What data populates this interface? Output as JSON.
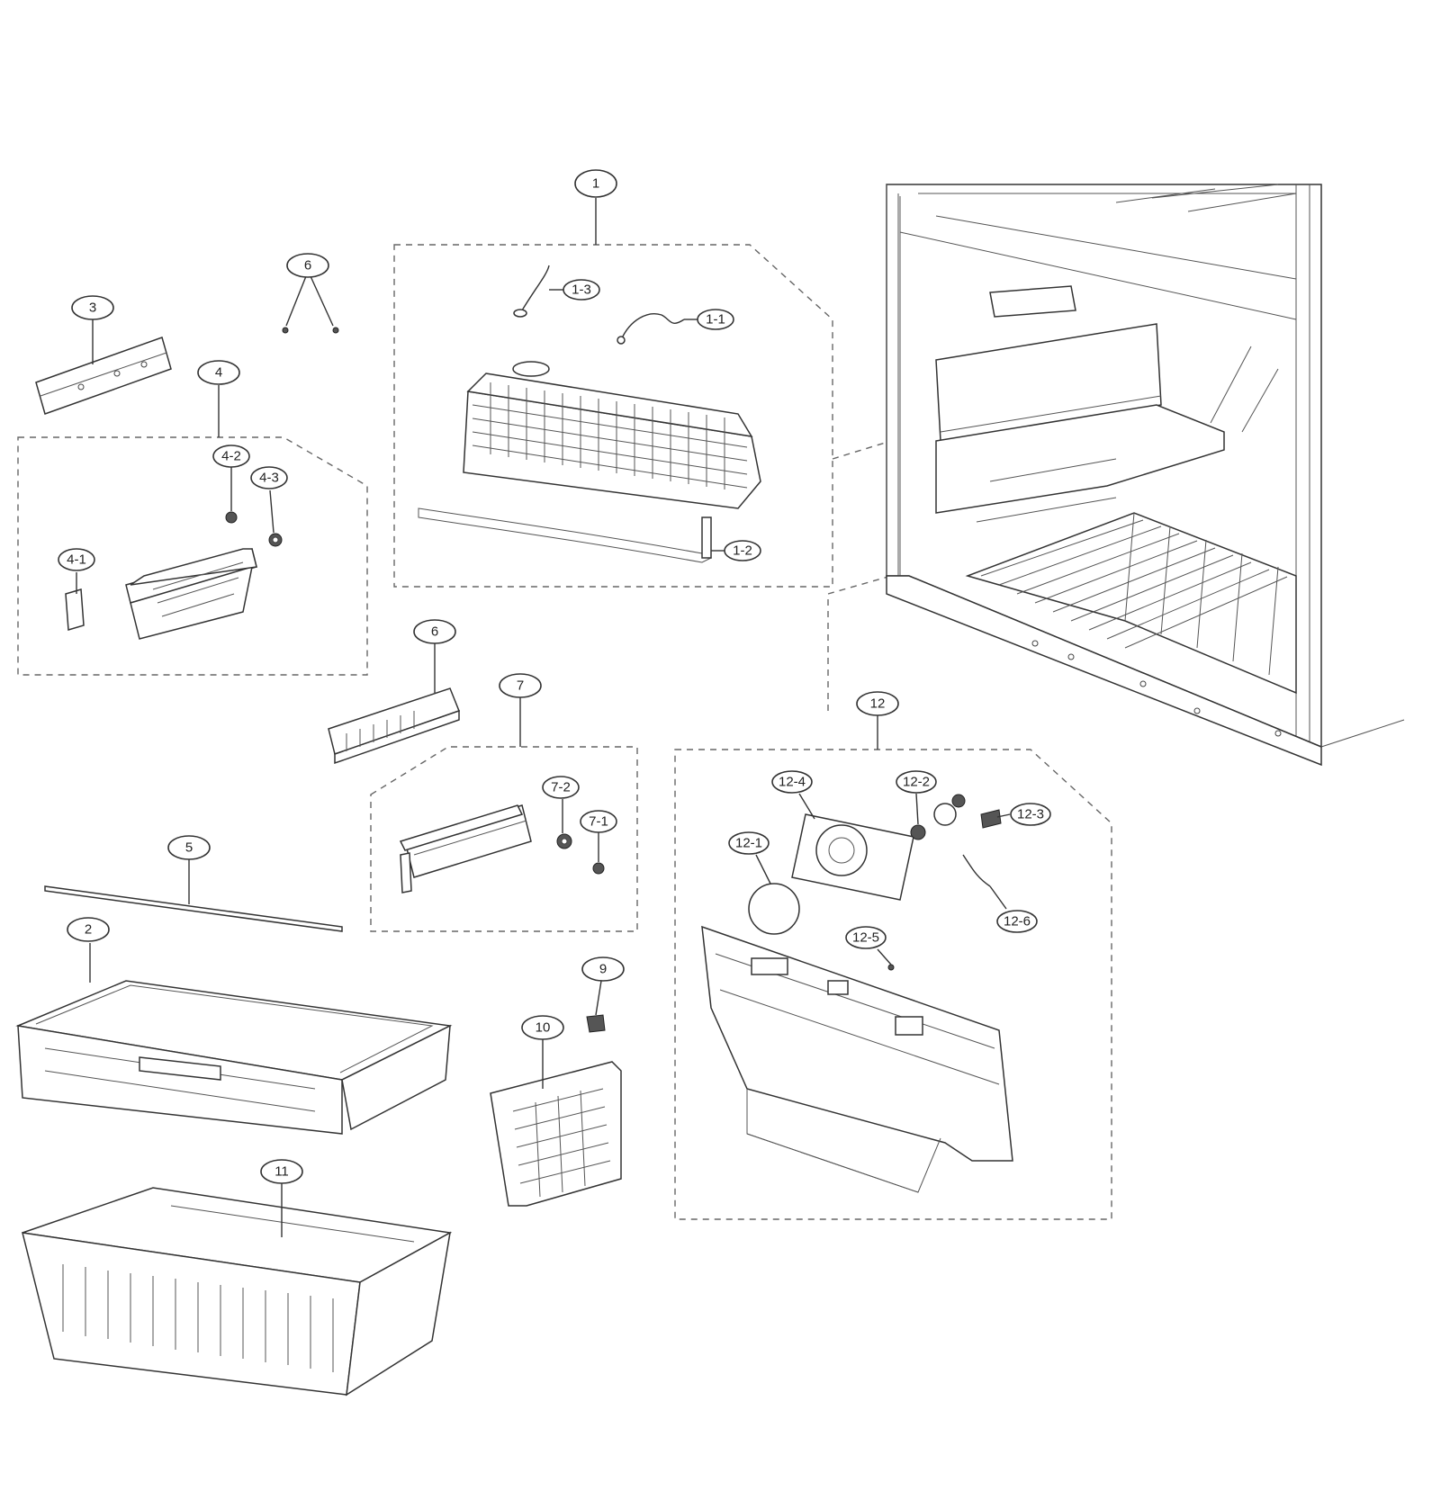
{
  "diagram": {
    "callouts": [
      {
        "id": "c1",
        "text": "1"
      },
      {
        "id": "c1-1",
        "text": "1-1"
      },
      {
        "id": "c1-2",
        "text": "1-2"
      },
      {
        "id": "c1-3",
        "text": "1-3"
      },
      {
        "id": "c2",
        "text": "2"
      },
      {
        "id": "c3",
        "text": "3"
      },
      {
        "id": "c4",
        "text": "4"
      },
      {
        "id": "c4-1",
        "text": "4-1"
      },
      {
        "id": "c4-2",
        "text": "4-2"
      },
      {
        "id": "c4-3",
        "text": "4-3"
      },
      {
        "id": "c5",
        "text": "5"
      },
      {
        "id": "c6a",
        "text": "6"
      },
      {
        "id": "c6b",
        "text": "6"
      },
      {
        "id": "c7",
        "text": "7"
      },
      {
        "id": "c7-1",
        "text": "7-1"
      },
      {
        "id": "c7-2",
        "text": "7-2"
      },
      {
        "id": "c9",
        "text": "9"
      },
      {
        "id": "c10",
        "text": "10"
      },
      {
        "id": "c11",
        "text": "11"
      },
      {
        "id": "c12",
        "text": "12"
      },
      {
        "id": "c12-1",
        "text": "12-1"
      },
      {
        "id": "c12-2",
        "text": "12-2"
      },
      {
        "id": "c12-3",
        "text": "12-3"
      },
      {
        "id": "c12-4",
        "text": "12-4"
      },
      {
        "id": "c12-5",
        "text": "12-5"
      },
      {
        "id": "c12-6",
        "text": "12-6"
      }
    ]
  }
}
